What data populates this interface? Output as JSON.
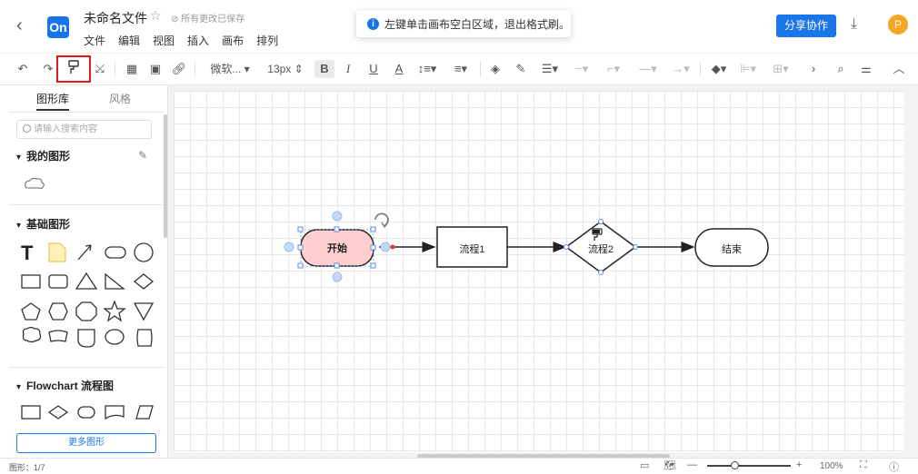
{
  "header": {
    "back_icon": "chevron-left-icon",
    "logo_text": "On",
    "doc_title": "未命名文件",
    "save_status": "所有更改已保存",
    "menu": [
      "文件",
      "编辑",
      "视图",
      "插入",
      "画布",
      "排列"
    ],
    "toast": "左键单击画布空白区域，退出格式刷。",
    "share_label": "分享协作",
    "avatar_letter": "P",
    "accent_color": "#1a75e8"
  },
  "toolbar": {
    "font_name": "微软...",
    "font_size": "13px",
    "bold": "B",
    "italic": "I",
    "underline": "U",
    "font_color": "A"
  },
  "sidebar": {
    "tabs": [
      "图形库",
      "风格"
    ],
    "search_placeholder": "请输入搜索内容",
    "sections": [
      "我的图形",
      "基础图形",
      "Flowchart 流程图"
    ],
    "more_shapes": "更多图形"
  },
  "diagram": {
    "nodes": [
      "开始",
      "流程1",
      "流程2",
      "结束"
    ]
  },
  "statusbar": {
    "shapes_count": "图形：1/7",
    "zoom": "100%"
  }
}
